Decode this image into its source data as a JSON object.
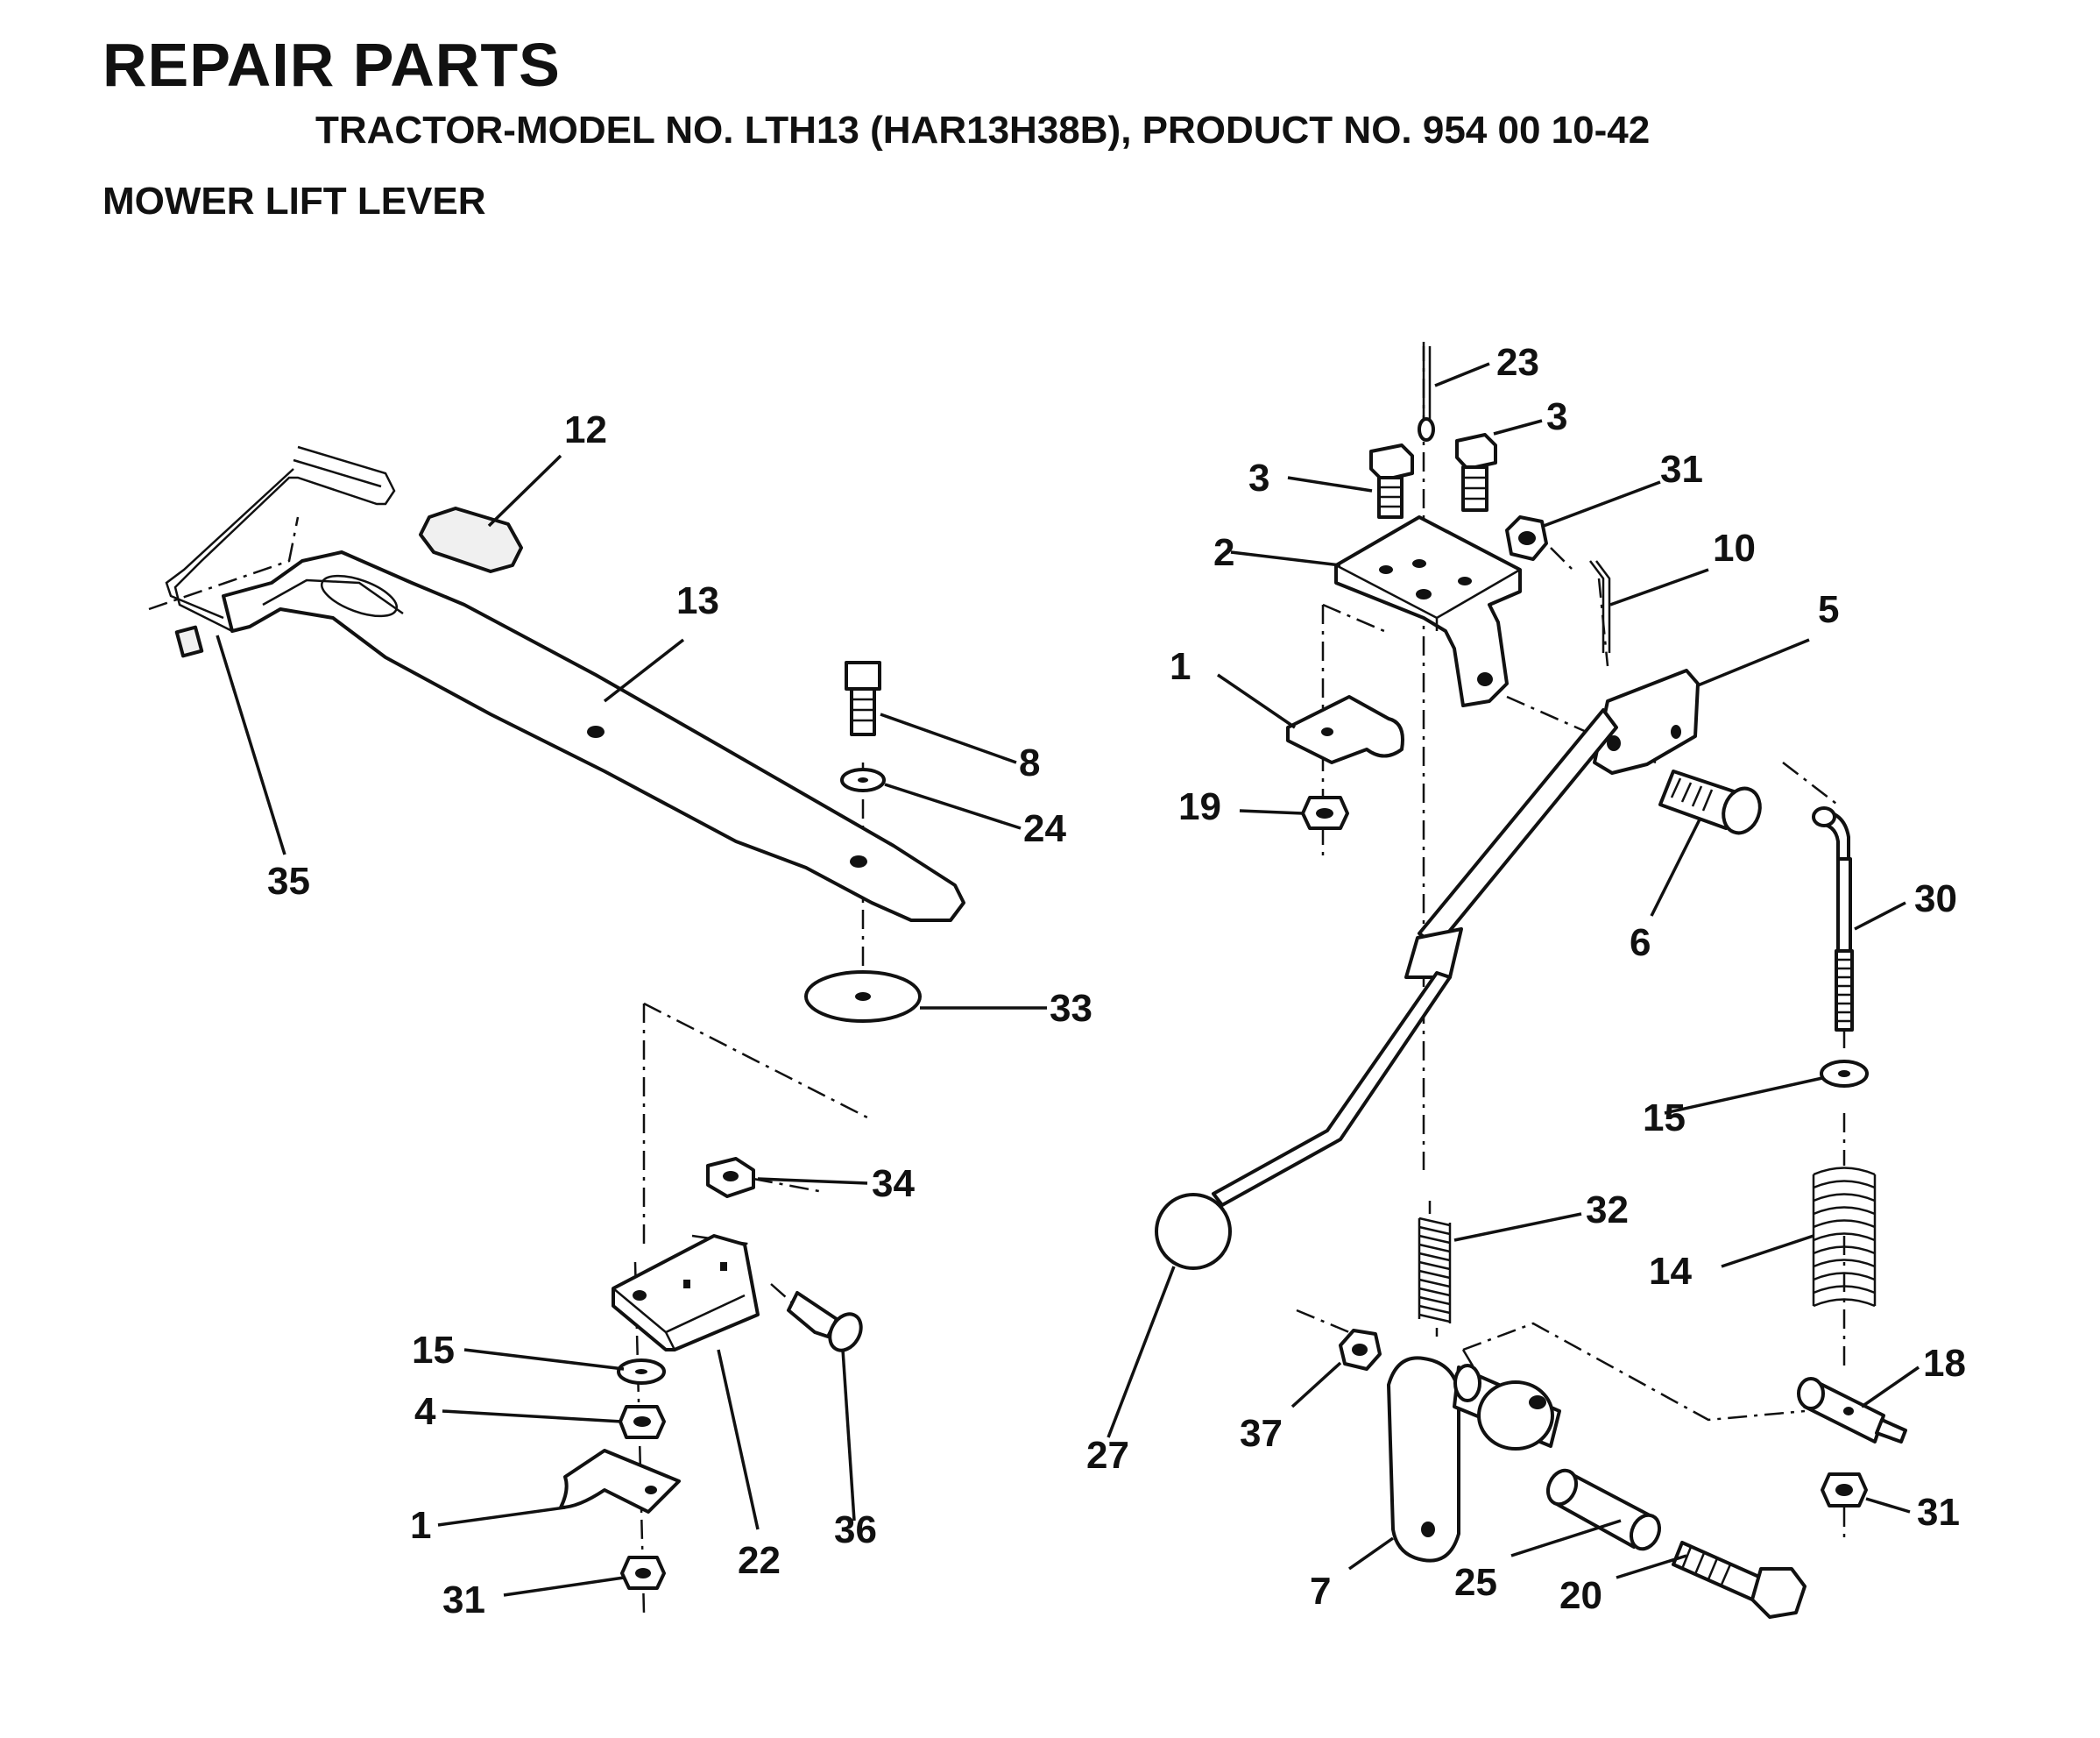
{
  "header": {
    "title": "REPAIR PARTS",
    "subtitle": "TRACTOR-MODEL NO. LTH13 (HAR13H38B), PRODUCT NO. 954 00 10-42",
    "section": "MOWER LIFT LEVER"
  },
  "callouts": {
    "c12": "12",
    "c13": "13",
    "c35": "35",
    "c8": "8",
    "c24": "24",
    "c33": "33",
    "c34": "34",
    "c15a": "15",
    "c4": "4",
    "c1a": "1",
    "c31a": "31",
    "c22": "22",
    "c36": "36",
    "c23": "23",
    "c3a": "3",
    "c3b": "3",
    "c31b": "31",
    "c10": "10",
    "c2": "2",
    "c5": "5",
    "c1b": "1",
    "c19": "19",
    "c6": "6",
    "c30": "30",
    "c15b": "15",
    "c32": "32",
    "c14": "14",
    "c27": "27",
    "c37": "37",
    "c18": "18",
    "c31c": "31",
    "c7": "7",
    "c25": "25",
    "c20": "20"
  }
}
